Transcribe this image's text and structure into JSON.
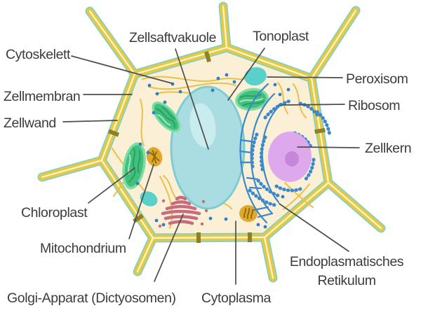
{
  "labels": {
    "cytoskelett": "Cytoskelett",
    "zellmembran": "Zellmembran",
    "zellwand": "Zellwand",
    "zellsaftvakuole": "Zellsaftvakuole",
    "tonoplast": "Tonoplast",
    "peroxisom": "Peroxisom",
    "ribosom": "Ribosom",
    "zellkern": "Zellkern",
    "chloroplast": "Chloroplast",
    "mitochondrium": "Mitochondrium",
    "golgi_apparat": "Golgi-Apparat (Dictyosomen)",
    "cytoplasma": "Cytoplasma",
    "endoplasmatisches_retikulum": {
      "line1": "Endoplasmatisches",
      "line2": "Retikulum"
    }
  },
  "colors": {
    "wall_yellow": "#e6c93f",
    "wall_teal": "#8bd0bd",
    "wall_center": "#fdf5d2",
    "cytoplasm": "#fbf0d6",
    "plasmodesma": "#8c8126",
    "cytoskeleton": "#e7c14b",
    "ribosome": "#2e7fc8",
    "vacuole": "#a9dde2",
    "vacuole_border": "#7fccd2",
    "vacuole_highlight": "#c9ecef",
    "peroxisome": "#5ad0ca",
    "chloroplast": "#41c07d",
    "chloroplast_light": "#7edca4",
    "chloroplast_dark": "#2aa161",
    "chloroplast_pale": "#a5e6c0",
    "mitochondrion": "#e2a82e",
    "mitochondrion_dark": "#8f6c0b",
    "golgi": "#c76c7e",
    "nucleus": "#dda9ec",
    "nucleolus": "#c687da",
    "er_blue": "#3b89cc",
    "label_text": "#3c3c3c",
    "pointer_line": "#4d4d4d"
  }
}
